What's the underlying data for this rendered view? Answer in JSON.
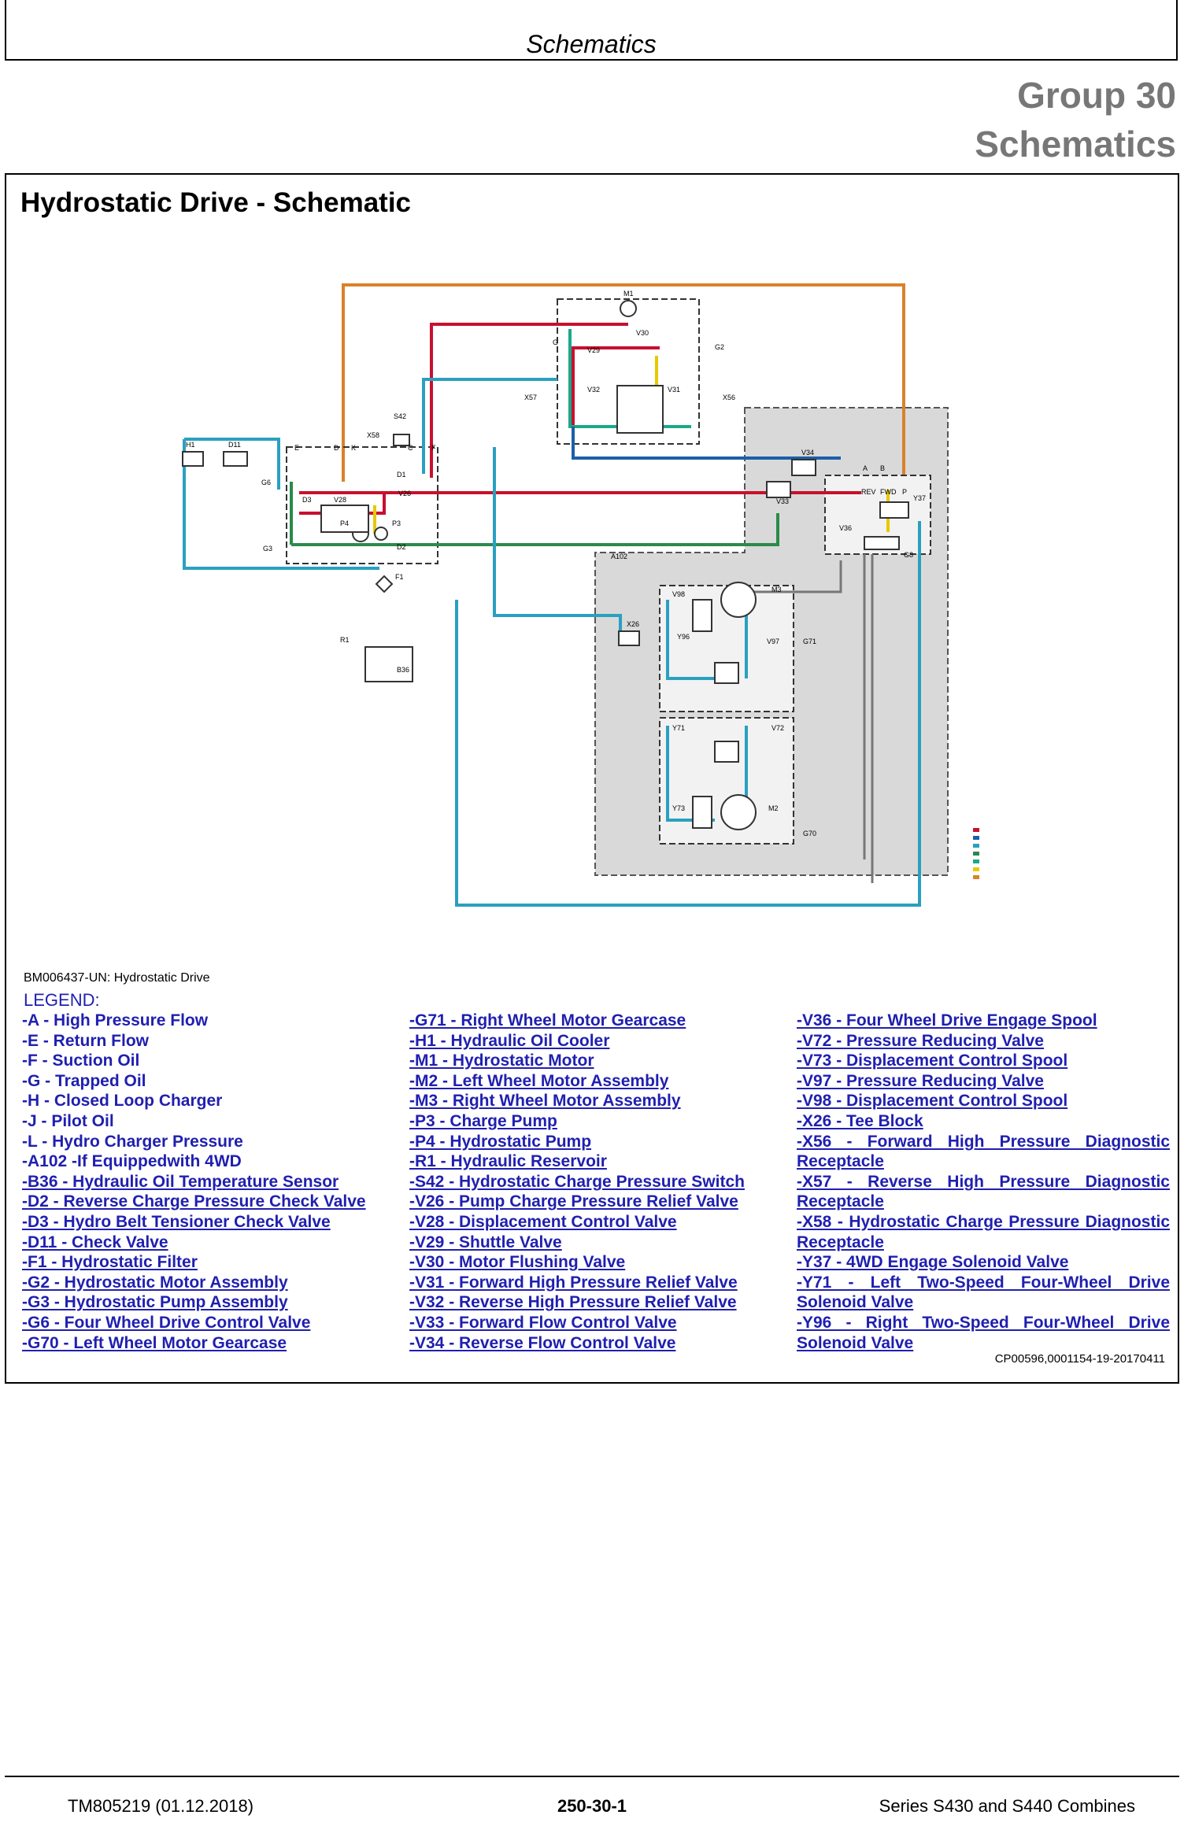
{
  "header": {
    "title": "Schematics"
  },
  "group": {
    "line1": "Group 30",
    "line2": "Schematics"
  },
  "section": {
    "title": "Hydrostatic Drive - Schematic"
  },
  "diagram": {
    "labels": {
      "m1": "M1",
      "v30": "V30",
      "v29": "V29",
      "v32": "V32",
      "v31": "V31",
      "g2": "G2",
      "x57": "X57",
      "x56": "X56",
      "s42": "S42",
      "x58": "X58",
      "h1": "H1",
      "d11": "D11",
      "g6": "G6",
      "d1": "D1",
      "v26": "V26",
      "d3": "D3",
      "v28": "V28",
      "p4": "P4",
      "p3": "P3",
      "d2": "D2",
      "g3": "G3",
      "f1": "F1",
      "r1": "R1",
      "b36": "B36",
      "v34": "V34",
      "v33": "V33",
      "y37": "Y37",
      "v36": "V36",
      "g8": "G8",
      "a102": "A102",
      "m3": "M3",
      "v98": "V98",
      "y96": "Y96",
      "v97": "V97",
      "g71": "G71",
      "x26": "X26",
      "y71": "Y71",
      "v72": "V72",
      "y73": "Y73",
      "m2": "M2",
      "g70": "G70",
      "rev": "REV",
      "fwd": "FWD",
      "p": "P",
      "port_a": "A",
      "port_b": "B",
      "port_c": "C",
      "port_d": "D",
      "port_e": "E",
      "port_f": "F",
      "port_g": "G",
      "port_k": "K"
    },
    "colors": {
      "high_pressure": "#c8102e",
      "return": "#1b5fa8",
      "suction": "#2aa0c0",
      "trapped": "#2a8a4a",
      "charger": "#1aa88a",
      "pilot": "#e8c800",
      "charger_pressure": "#d9822b",
      "reservoir_area": "#d9d9d9"
    }
  },
  "caption": "BM006437-UN: Hydrostatic Drive",
  "legend": {
    "heading": "LEGEND:",
    "col1": [
      "-A - High Pressure Flow",
      "-E - Return Flow",
      "-F - Suction Oil",
      "-G - Trapped Oil",
      "-H - Closed Loop Charger",
      "-J - Pilot Oil",
      "-L - Hydro Charger Pressure",
      "-A102 -If Equippedwith 4WD",
      "-B36 - Hydraulic Oil Temperature Sensor",
      "-D2 - Reverse Charge Pressure Check Valve",
      "-D3 - Hydro Belt Tensioner Check Valve",
      "-D11 - Check Valve",
      "-F1 - Hydrostatic Filter",
      "-G2 - Hydrostatic Motor Assembly",
      "-G3 - Hydrostatic Pump Assembly",
      "-G6 - Four Wheel Drive Control Valve",
      "-G70 - Left Wheel Motor Gearcase"
    ],
    "col2": [
      "-G71 - Right Wheel Motor Gearcase",
      "-H1 - Hydraulic Oil Cooler",
      "-M1 - Hydrostatic Motor",
      "-M2 - Left Wheel Motor Assembly",
      "-M3 - Right Wheel Motor Assembly",
      "-P3 - Charge Pump",
      "-P4 - Hydrostatic Pump",
      "-R1 - Hydraulic Reservoir",
      "-S42 - Hydrostatic Charge Pressure Switch",
      "-V26 - Pump Charge Pressure Relief Valve",
      "-V28 - Displacement Control Valve",
      "-V29 - Shuttle Valve",
      "-V30 - Motor Flushing Valve",
      "-V31 - Forward High Pressure Relief Valve",
      "-V32 - Reverse High Pressure Relief Valve",
      "-V33 - Forward Flow Control Valve",
      "-V34 - Reverse Flow Control Valve"
    ],
    "col3": [
      "-V36 - Four Wheel Drive Engage Spool",
      "-V72 - Pressure Reducing Valve",
      "-V73 - Displacement Control Spool",
      "-V97 - Pressure Reducing Valve",
      "-V98 - Displacement Control Spool",
      "-X26 - Tee Block",
      "-X56 - Forward High Pressure Diagnostic Receptacle",
      "-X57 - Reverse High Pressure Diagnostic Receptacle",
      "-X58 - Hydrostatic Charge Pressure Diagnostic Receptacle",
      "-Y37 - 4WD Engage Solenoid Valve",
      "-Y71 - Left Two-Speed Four-Wheel Drive Solenoid Valve",
      "-Y96 - Right Two-Speed Four-Wheel Drive Solenoid Valve"
    ]
  },
  "ref": "CP00596,0001154-19-20170411",
  "footer": {
    "left": "TM805219 (01.12.2018)",
    "center": "250-30-1",
    "right": "Series S430 and S440 Combines"
  }
}
